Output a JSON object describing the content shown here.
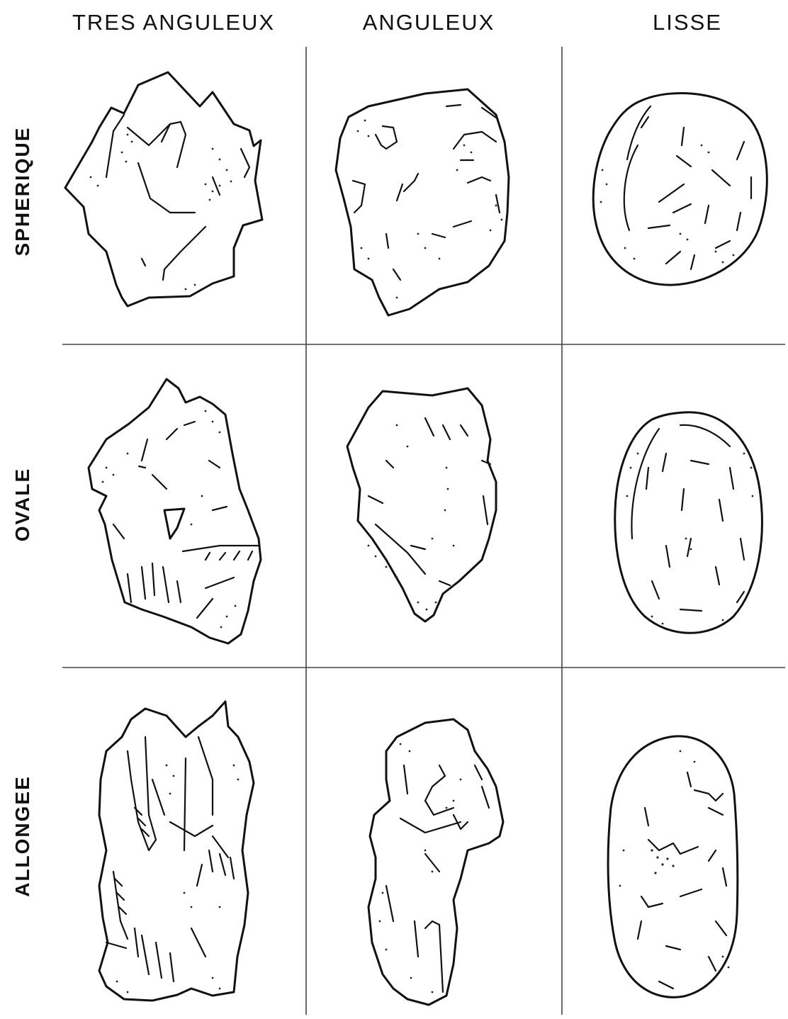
{
  "columns": [
    "TRES ANGULEUX",
    "ANGULEUX",
    "LISSE"
  ],
  "rows": [
    "SPHERIQUE",
    "OVALE",
    "ALLONGEE"
  ]
}
